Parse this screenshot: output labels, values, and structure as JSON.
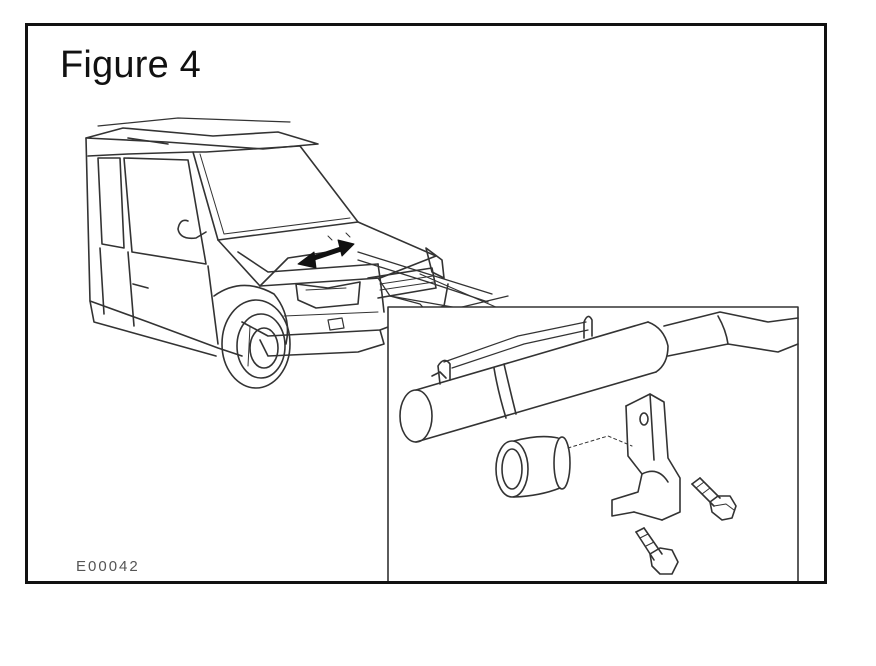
{
  "figure": {
    "title": "Figure 4",
    "reference_code": "E00042"
  },
  "illustration": {
    "subject": "vehicle-front-view",
    "detail_callout": "exhaust-mounting-detail",
    "line_color": "#333333",
    "border_color": "#111111",
    "background": "#ffffff"
  }
}
